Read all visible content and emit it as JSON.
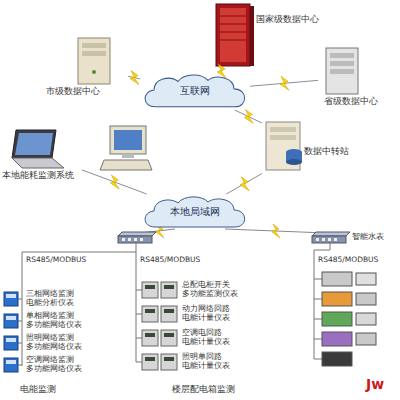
{
  "diagram": {
    "nodes": [
      {
        "text": [
          "国家级数据中心"
        ]
      },
      {
        "text": [
          "市级数据中心"
        ]
      },
      {
        "text": [
          "省级数据中心"
        ]
      },
      {
        "text": [
          "互联网"
        ]
      },
      {
        "text": [
          "本地能耗监测系统"
        ]
      },
      {
        "text": [
          "数据中转站"
        ]
      },
      {
        "text": [
          "本地局域网"
        ]
      }
    ],
    "edges": [
      {
        "from": 1,
        "to": 3,
        "arrow": "none"
      },
      {
        "from": 0,
        "to": 3,
        "arrow": "none"
      },
      {
        "from": 2,
        "to": 3,
        "arrow": "none"
      },
      {
        "from": 3,
        "to": 5,
        "arrow": "none"
      },
      {
        "from": 4,
        "to": 6,
        "arrow": "none"
      },
      {
        "from": 5,
        "to": 6,
        "arrow": "none"
      }
    ],
    "labels": [
      "RS485/MODBUS",
      "RS485/MODBUS",
      "RS485/MODBUS",
      "三相网络监测 电能分析仪表",
      "单相网络监测 多功能网络仪表",
      "照明网络监测 多功能网络仪表",
      "空调网络监测 多功能网络仪表",
      "总配电柜开关 多功能监测仪表",
      "动力网络回路 电能计量仪表",
      "空调电回路 电能计量仪表",
      "照明单回路 电能计量仪表",
      "电能监测",
      "楼层配电箱监测",
      "智能水表",
      "Jw"
    ]
  }
}
